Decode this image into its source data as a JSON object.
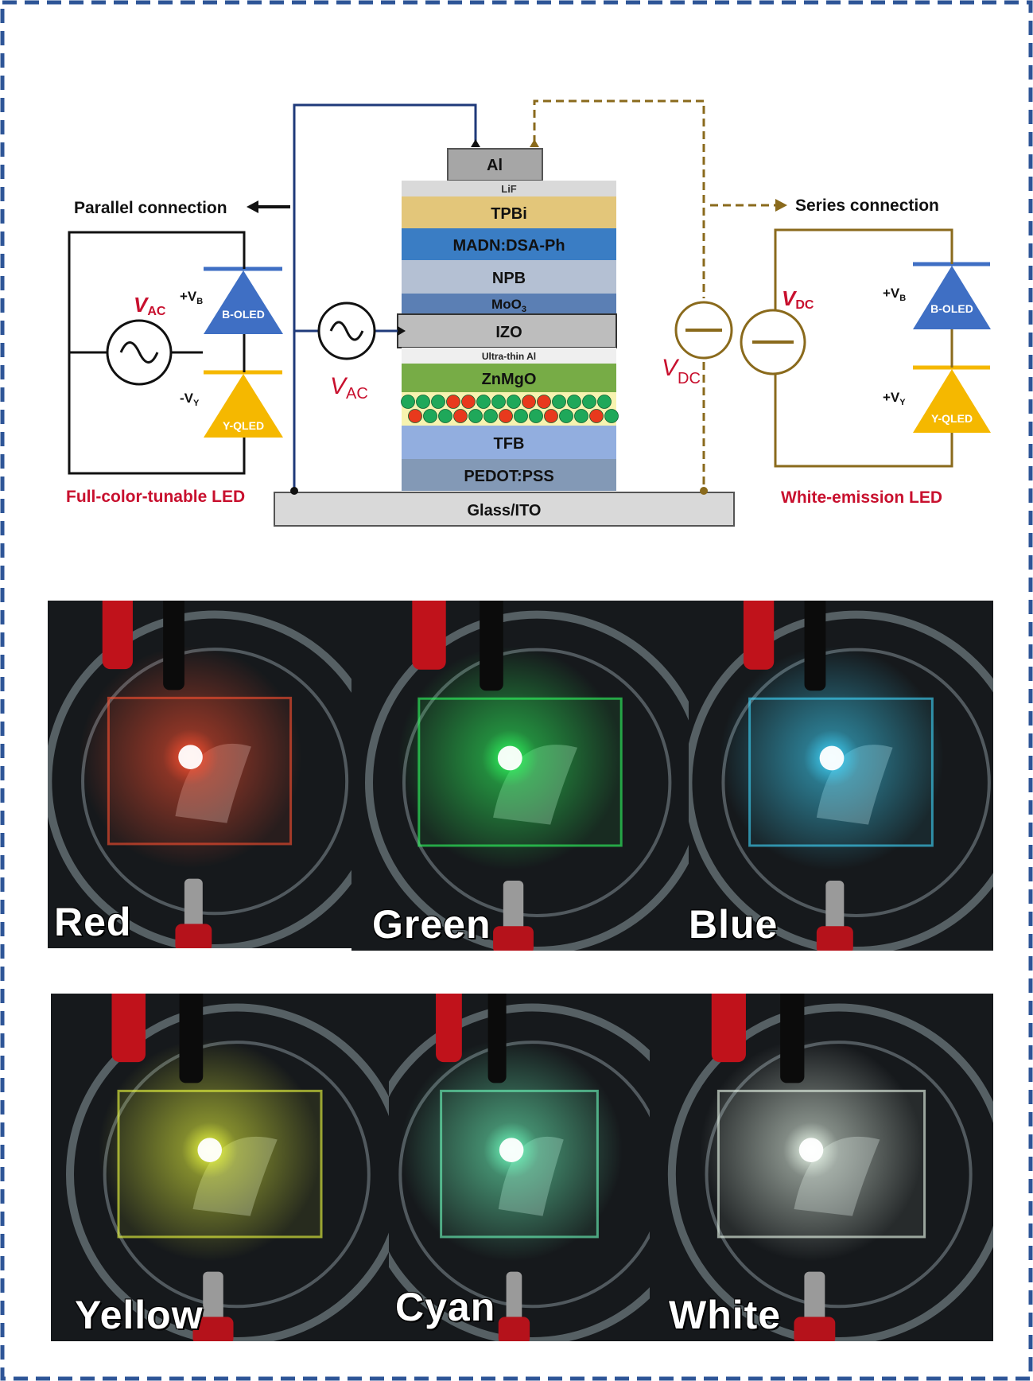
{
  "diagram": {
    "layers": [
      {
        "label": "Al",
        "color": "#a6a6a6"
      },
      {
        "label": "LiF",
        "color": "#d9d9d9"
      },
      {
        "label": "TPBi",
        "color": "#e3c67a"
      },
      {
        "label": "MADN:DSA-Ph",
        "color": "#3a7dc4"
      },
      {
        "label": "NPB",
        "color": "#b4c0d3"
      },
      {
        "label": "MoO",
        "sub": "3",
        "color": "#5b7fb4"
      },
      {
        "label": "IZO",
        "color": "#bdbdbd"
      },
      {
        "label": "Ultra-thin Al",
        "color": "#efefef"
      },
      {
        "label": "ZnMgO",
        "color": "#77ac46"
      },
      {
        "label": "TFB",
        "color": "#92aedf"
      },
      {
        "label": "PEDOT:PSS",
        "color": "#8399b6"
      },
      {
        "label": "Glass/ITO",
        "color": "#d9d9d9"
      }
    ],
    "parallel_label": "Parallel connection",
    "series_label": "Series connection",
    "vac_label": "V",
    "vac_sub": "AC",
    "vdc_label": "V",
    "vdc_sub": "DC",
    "left_circuit": {
      "vac_label": "V",
      "vac_sub": "AC",
      "vb_label": "+V",
      "vb_sub": "B",
      "vy_label": "-V",
      "vy_sub": "Y",
      "b_diode": "B-OLED",
      "y_diode": "Y-QLED",
      "caption": "Full-color-tunable LED"
    },
    "right_circuit": {
      "vdc_label": "V",
      "vdc_sub": "DC",
      "vb_label": "+V",
      "vb_sub": "B",
      "vy_label": "+V",
      "vy_sub": "Y",
      "b_diode": "B-OLED",
      "y_diode": "Y-QLED",
      "caption": "White-emission LED"
    },
    "colors": {
      "ac_wire": "#1f3a7a",
      "dc_wire": "#8a6a1c",
      "accent_red": "#c8102e",
      "blue_diode": "#3f6fc4",
      "yellow_diode": "#f5b800",
      "frame": "#2e5597"
    }
  },
  "photos": [
    {
      "label": "Red",
      "glow": "#ff5030"
    },
    {
      "label": "Green",
      "glow": "#30ff60"
    },
    {
      "label": "Blue",
      "glow": "#40d8ff"
    },
    {
      "label": "Yellow",
      "glow": "#f0ff40"
    },
    {
      "label": "Cyan",
      "glow": "#70ffc0"
    },
    {
      "label": "White",
      "glow": "#f0fff0"
    }
  ]
}
